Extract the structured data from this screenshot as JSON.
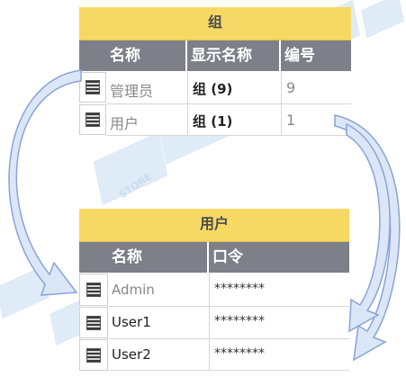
{
  "group_table": {
    "title": "组",
    "headers": [
      "名称",
      "显示名称",
      "编号"
    ],
    "rows": [
      {
        "name": "管理员",
        "display": "组 (9)",
        "id": "9"
      },
      {
        "name": "用户",
        "display": "组 (1)",
        "id": "1"
      }
    ]
  },
  "user_table": {
    "title": "用户",
    "headers": [
      "名称",
      "口令"
    ],
    "rows": [
      {
        "name": "Admin",
        "password": "********"
      },
      {
        "name": "User1",
        "password": "********"
      },
      {
        "name": "User2",
        "password": "********"
      }
    ]
  },
  "watermark": {
    "text": "STORE"
  },
  "colors": {
    "title_bar": "#f5d964",
    "header": "#7d8089",
    "arrow_fill": "#dbe6f7",
    "arrow_stroke": "#8aa3d6",
    "watermark": "#c9ddf0"
  }
}
